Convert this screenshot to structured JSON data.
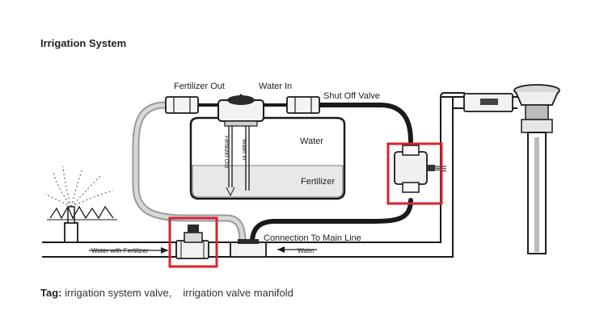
{
  "title": "Irrigation System",
  "labels": {
    "fertilizer_out": "Fertilizer Out",
    "water_in": "Water In",
    "shut_off_valve": "Shut Off Valve",
    "water": "Water",
    "fertilizer": "Fertilizer",
    "tube_fertilizer_out": "Fertilizer Out",
    "tube_water_in": "Water In",
    "connection": "Connection To Main Line",
    "water_with_fertilizer": "Water with Fertilizer",
    "water_flow": "Water"
  },
  "tag": {
    "label": "Tag:",
    "items": [
      "irrigation system valve,",
      "irrigation valve manifold"
    ]
  },
  "colors": {
    "highlight": "#d9232d",
    "line": "#222222",
    "fertilizer_fill": "#e8e8e8",
    "hose_gray": "#bfbfbf"
  }
}
